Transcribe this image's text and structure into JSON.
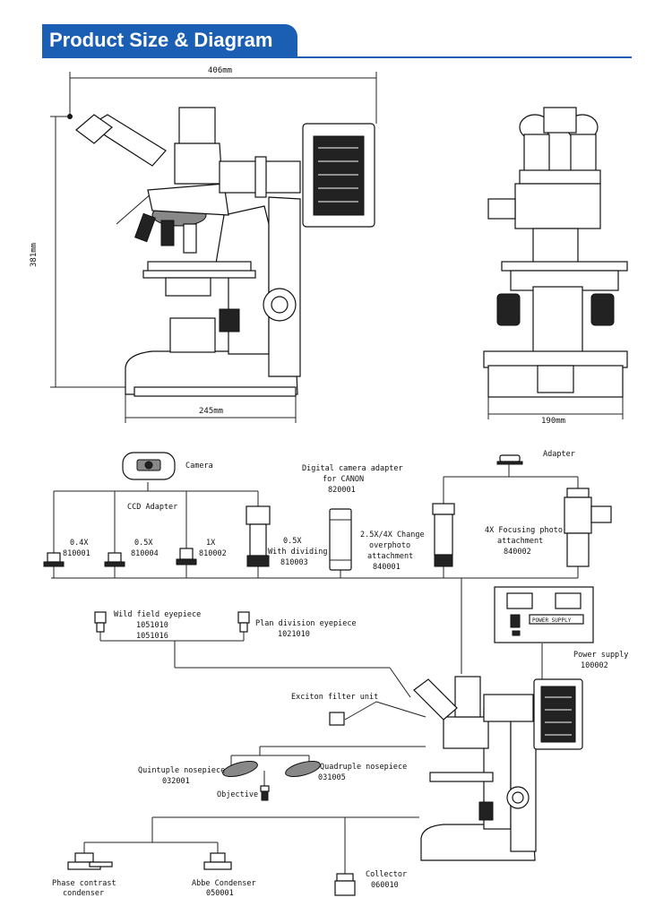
{
  "header": {
    "title": "Product Size & Diagram"
  },
  "colors": {
    "accent": "#1a5fb4"
  },
  "dimensions": {
    "width_top": "406mm",
    "height": "381mm",
    "base_width": "245mm",
    "front_width": "190mm"
  },
  "components": {
    "camera": "Camera",
    "ccd_adapter": "CCD Adapter",
    "dc_adapter_l1": "Digital camera adapter",
    "dc_adapter_l2": "for CANON",
    "dc_adapter_code": "820001",
    "adapter": "Adapter",
    "a04_name": "0.4X",
    "a04_code": "810001",
    "a05_name": "0.5X",
    "a05_code": "810004",
    "a1_name": "1X",
    "a1_code": "810002",
    "a05d_name": "0.5X",
    "a05d_sub": "With dividing",
    "a05d_code": "810003",
    "change_l1": "2.5X/4X Change",
    "change_l2": "overphoto",
    "change_l3": "attachment",
    "change_code": "840001",
    "focus_l1": "4X Focusing photo",
    "focus_l2": "attachment",
    "focus_code": "840002",
    "wild_name": "Wild field eyepiece",
    "wild_code1": "1051010",
    "wild_code2": "1051016",
    "plan_name": "Plan division eyepiece",
    "plan_code": "1021010",
    "power_name": "Power supply",
    "power_code": "100002",
    "power_panel": "POWER SUPPLY",
    "exciton": "Exciton filter unit",
    "quint_name": "Quintuple nosepiece",
    "quint_code": "032001",
    "quad_name": "Quadruple nosepiece",
    "quad_code": "031005",
    "objective": "Objective",
    "phase_l1": "Phase contrast",
    "phase_l2": "condenser",
    "abbe_name": "Abbe Condenser",
    "abbe_code": "050001",
    "collector_name": "Collector",
    "collector_code": "060010"
  }
}
